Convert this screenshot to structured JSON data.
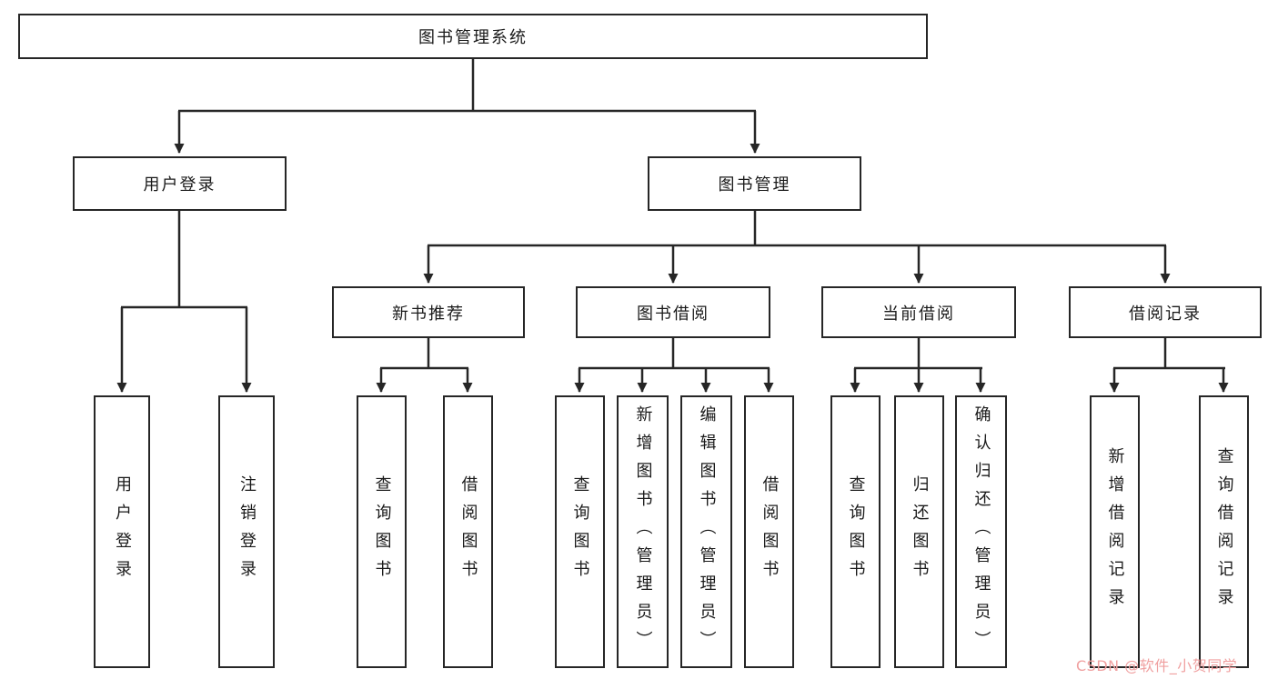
{
  "root": {
    "label": "图书管理系统"
  },
  "branches": {
    "user_login": {
      "label": "用户登录",
      "children": [
        {
          "label": "用户登录"
        },
        {
          "label": "注销登录"
        }
      ]
    },
    "book_management": {
      "label": "图书管理",
      "groups": [
        {
          "label": "新书推荐",
          "children": [
            {
              "label": "查询图书"
            },
            {
              "label": "借阅图书"
            }
          ]
        },
        {
          "label": "图书借阅",
          "children": [
            {
              "label": "查询图书"
            },
            {
              "label": "新增图书（管理员）"
            },
            {
              "label": "编辑图书（管理员）"
            },
            {
              "label": "借阅图书"
            }
          ]
        },
        {
          "label": "当前借阅",
          "children": [
            {
              "label": "查询图书"
            },
            {
              "label": "归还图书"
            },
            {
              "label": "确认归还（管理员）"
            }
          ]
        },
        {
          "label": "借阅记录",
          "children": [
            {
              "label": "新增借阅记录"
            },
            {
              "label": "查询借阅记录"
            }
          ]
        }
      ]
    }
  },
  "watermark": "CSDN @软件_小贺同学",
  "colors": {
    "line": "#262626",
    "border": "#262626",
    "text": "#1a1a1a",
    "watermark": "#f0a0a0"
  }
}
